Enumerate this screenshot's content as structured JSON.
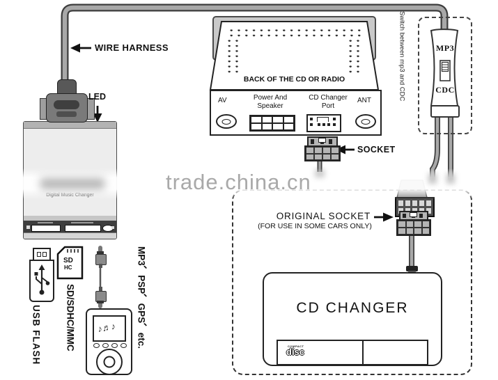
{
  "diagram": {
    "watermark": "trade.china.cn",
    "cable_label": "WIRE HARNESS",
    "led_label": "LED",
    "radio": {
      "back_label": "BACK OF THE CD OR RADIO",
      "av": "AV",
      "power1": "Power And",
      "power2": "Speaker",
      "port1": "CD Changer",
      "port2": "Port",
      "ant": "ANT"
    },
    "socket_label": "SOCKET",
    "switch": {
      "note": "Switch between mp3 and CDC",
      "top": "MP3",
      "bottom": "CDC"
    },
    "original_socket": {
      "title": "ORIGINAL SOCKET",
      "subtitle": "(FOR USE IN SOME CARS ONLY)"
    },
    "cd_changer": {
      "title": "CD CHANGER",
      "logo_top": "COMPACT",
      "logo": "disc"
    },
    "device": {
      "name": "Digital Music Changer"
    },
    "inputs": {
      "usb": "USB FLASH",
      "sd": "SD/SDHC/MMC",
      "portable": "MP3、PSP、GPS、etc.",
      "sd_logo": "SD",
      "sd_logo2": "HC"
    },
    "icons": {
      "music_notes": "♪♬♪"
    },
    "colors": {
      "line": "#222222",
      "cable_outline": "#3d3d3d",
      "cable_fill": "#a8a8a8",
      "connector_gray": "#b5b5b5",
      "device_fill": "#ededed",
      "watermark_gray": "#a9a9a9"
    }
  }
}
